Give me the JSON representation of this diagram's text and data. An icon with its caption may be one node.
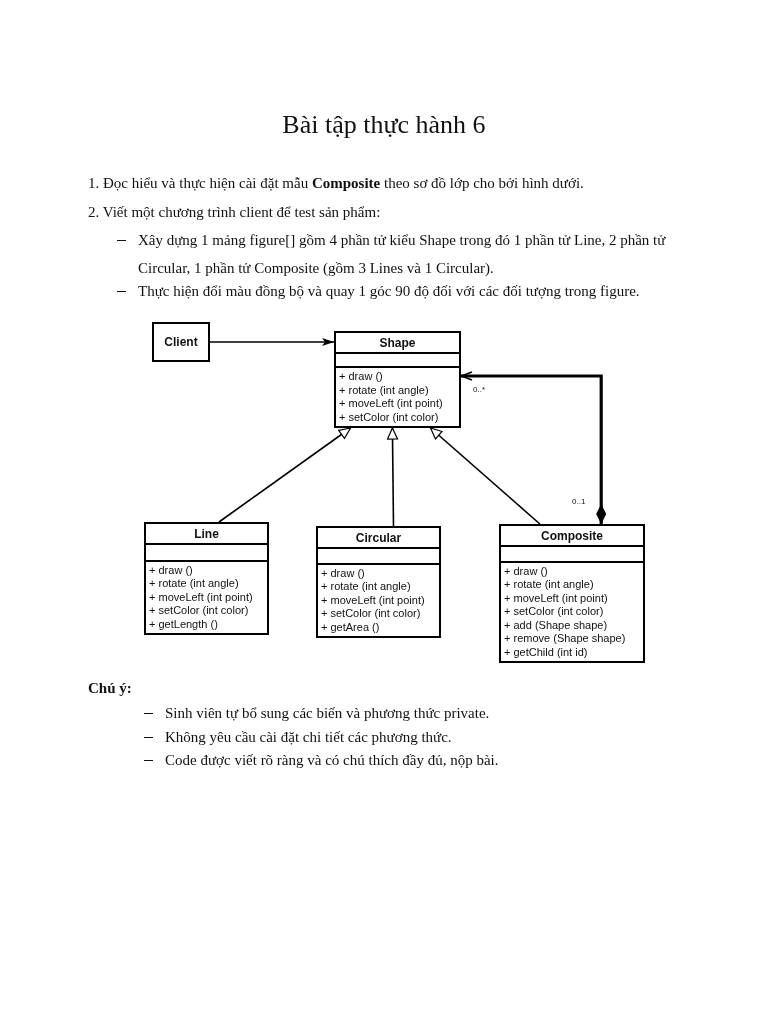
{
  "diagram": {
    "title": "Bài tập thực hành 6",
    "nodes": [
      {
        "text": [
          "Client"
        ]
      },
      {
        "text": [
          "Shape",
          "+ draw ()",
          "+ rotate (int angle)",
          "+ moveLeft (int point)",
          "+ setColor (int color)"
        ]
      },
      {
        "text": [
          "Line",
          "+ draw ()",
          "+ rotate (int angle)",
          "+ moveLeft (int point)",
          "+ setColor (int color)",
          "+ getLength ()"
        ]
      },
      {
        "text": [
          "Circular",
          "+ draw ()",
          "+ rotate (int angle)",
          "+ moveLeft (int point)",
          "+ setColor (int color)",
          "+ getArea ()"
        ]
      },
      {
        "text": [
          "Composite",
          "+ draw ()",
          "+ rotate (int angle)",
          "+ moveLeft (int point)",
          "+ setColor (int color)",
          "+ add (Shape shape)",
          "+ remove (Shape shape)",
          "+ getChild (int id)"
        ]
      }
    ],
    "edges": [
      {
        "from": 0,
        "to": 1,
        "arrow": "to"
      },
      {
        "from": 2,
        "to": 1,
        "arrow": "to"
      },
      {
        "from": 3,
        "to": 1,
        "arrow": "to"
      },
      {
        "from": 4,
        "to": 1,
        "arrow": "to"
      },
      {
        "from": 4,
        "to": 1,
        "arrow": "to",
        "style": "thick"
      }
    ],
    "labels": [
      "1. Đọc hiểu và thực hiện cài đặt mẫu **Composite** theo sơ đồ lớp cho bởi hình dưới.",
      "2. Viết một chương trình client để test sản phẩm:",
      "Xây dựng 1 mảng figure[] gồm 4 phần tử kiểu Shape trong đó 1 phần tử Line, 2 phần tử Circular, 1 phần tử Composite (gồm 3 Lines và 1 Circular).",
      "Thực hiện đổi màu đồng bộ và quay 1 góc 90 độ đối với các đối tượng trong figure.",
      "Chú ý:",
      "Sinh viên tự bổ sung các biến và phương thức private.",
      "Không yêu cầu cài đặt chi tiết các phương thức.",
      "Code được viết rõ ràng và có chú thích đầy đủ, nộp bài.",
      "0..*",
      "0..1"
    ]
  }
}
